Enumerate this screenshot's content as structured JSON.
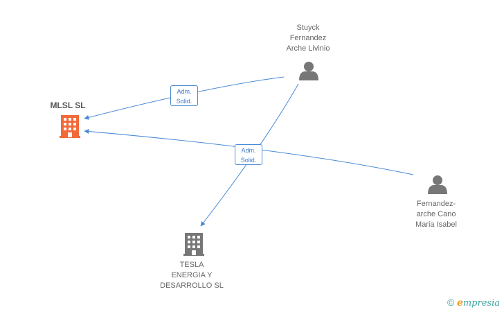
{
  "colors": {
    "edge": "#4a8ad4",
    "company_main": "#f26a3a",
    "company": "#777777",
    "person": "#777777"
  },
  "nodes": {
    "mlsl": {
      "label": "MLSL SL",
      "icon": "building-icon"
    },
    "stuyck": {
      "lines": [
        "Stuyck",
        "Fernandez",
        "Arche Livinio"
      ],
      "icon": "person-icon"
    },
    "fernandez": {
      "lines": [
        "Fernandez-",
        "arche Cano",
        "Maria Isabel"
      ],
      "icon": "person-icon"
    },
    "tesla": {
      "lines": [
        "TESLA",
        "ENERGIA Y",
        "DESARROLLO SL"
      ],
      "icon": "building-icon"
    }
  },
  "edges": [
    {
      "from": "stuyck",
      "to": "mlsl",
      "label": [
        "Adm.",
        "Solid."
      ]
    },
    {
      "from": "fernandez",
      "to": "mlsl",
      "label": [
        "Adm.",
        "Solid."
      ]
    },
    {
      "from": "stuyck",
      "to": "tesla",
      "label": []
    }
  ],
  "brand": {
    "copyright": "©",
    "e": "e",
    "rest": "mpresia"
  }
}
